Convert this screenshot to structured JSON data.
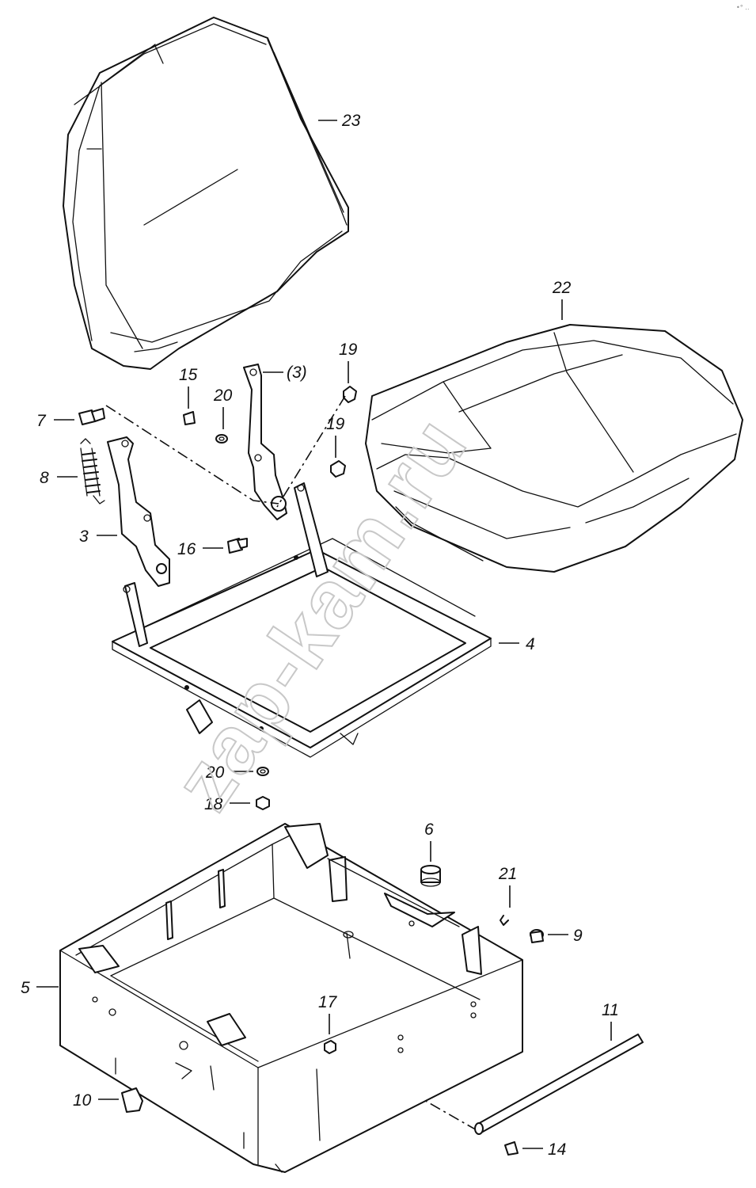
{
  "watermark": "zap-kam.ru",
  "corner_mark": "•° ‥",
  "callouts": [
    {
      "id": "23",
      "label": "23"
    },
    {
      "id": "22",
      "label": "22"
    },
    {
      "id": "19a",
      "label": "19"
    },
    {
      "id": "3b",
      "label": "(3)"
    },
    {
      "id": "15",
      "label": "15"
    },
    {
      "id": "20a",
      "label": "20"
    },
    {
      "id": "7",
      "label": "7"
    },
    {
      "id": "19b",
      "label": "19"
    },
    {
      "id": "8",
      "label": "8"
    },
    {
      "id": "3a",
      "label": "3"
    },
    {
      "id": "16",
      "label": "16"
    },
    {
      "id": "4",
      "label": "4"
    },
    {
      "id": "20b",
      "label": "20"
    },
    {
      "id": "18",
      "label": "18"
    },
    {
      "id": "6",
      "label": "6"
    },
    {
      "id": "21",
      "label": "21"
    },
    {
      "id": "9",
      "label": "9"
    },
    {
      "id": "5",
      "label": "5"
    },
    {
      "id": "17",
      "label": "17"
    },
    {
      "id": "11",
      "label": "11"
    },
    {
      "id": "10",
      "label": "10"
    },
    {
      "id": "14",
      "label": "14"
    }
  ]
}
